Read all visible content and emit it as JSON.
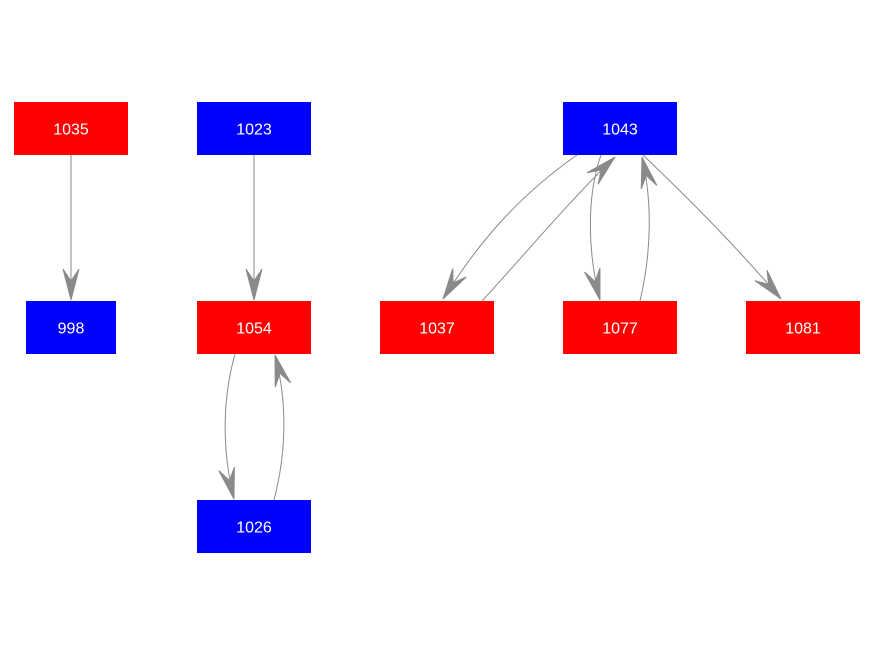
{
  "colors": {
    "red": "#ff0000",
    "blue": "#0000ff",
    "edge": "#8a8a8a",
    "label": "#ffffff",
    "background": "#ffffff"
  },
  "nodes": [
    {
      "id": "1035",
      "label": "1035",
      "color": "red"
    },
    {
      "id": "998",
      "label": "998",
      "color": "blue"
    },
    {
      "id": "1023",
      "label": "1023",
      "color": "blue"
    },
    {
      "id": "1054",
      "label": "1054",
      "color": "red"
    },
    {
      "id": "1026",
      "label": "1026",
      "color": "blue"
    },
    {
      "id": "1043",
      "label": "1043",
      "color": "blue"
    },
    {
      "id": "1037",
      "label": "1037",
      "color": "red"
    },
    {
      "id": "1077",
      "label": "1077",
      "color": "red"
    },
    {
      "id": "1081",
      "label": "1081",
      "color": "red"
    }
  ],
  "edges": [
    {
      "from": "1035",
      "to": "998"
    },
    {
      "from": "1023",
      "to": "1054"
    },
    {
      "from": "1054",
      "to": "1026"
    },
    {
      "from": "1026",
      "to": "1054"
    },
    {
      "from": "1043",
      "to": "1037"
    },
    {
      "from": "1037",
      "to": "1043"
    },
    {
      "from": "1043",
      "to": "1077"
    },
    {
      "from": "1077",
      "to": "1043"
    },
    {
      "from": "1043",
      "to": "1081"
    }
  ]
}
